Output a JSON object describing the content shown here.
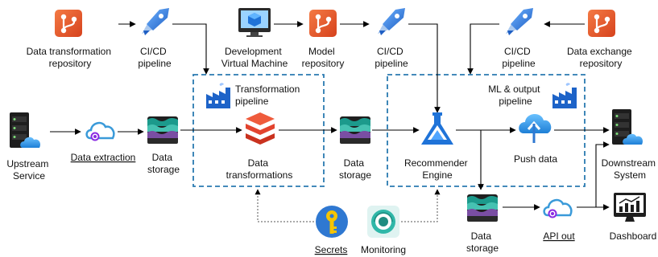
{
  "colors": {
    "repo": "#e8542a",
    "azure_blue": "#2f78d1",
    "group_border": "#2a7ab0",
    "storage_teal": "#1c9a8c",
    "storage_purple": "#7a4ea3",
    "databricks_red": "#e2442f",
    "key_yellow": "#f5c400",
    "monitor_teal": "#2fb7a8"
  },
  "icons": {
    "repo": "git-repo-icon",
    "pipeline": "azure-pipelines-icon",
    "vm": "virtual-machine-icon",
    "server": "server-icon",
    "cloud": "cloud-icon",
    "storage": "data-lake-icon",
    "factory": "data-factory-icon",
    "databricks": "databricks-icon",
    "ml": "machine-learning-icon",
    "push": "cloud-upload-icon",
    "key": "key-vault-icon",
    "monitor": "monitor-icon",
    "dashboard": "dashboard-icon"
  },
  "groups": {
    "transformation": [
      "Transformation",
      "pipeline"
    ],
    "ml_output": [
      "ML & output",
      "pipeline"
    ]
  },
  "nodes": {
    "data_transformation_repository": [
      "Data transformation",
      "repository"
    ],
    "cicd_pipeline_1": [
      "CI/CD",
      "pipeline"
    ],
    "development_vm": [
      "Development",
      "Virtual Machine"
    ],
    "model_repository": [
      "Model",
      "repository"
    ],
    "cicd_pipeline_2": [
      "CI/CD",
      "pipeline"
    ],
    "cicd_pipeline_3": [
      "CI/CD",
      "pipeline"
    ],
    "data_exchange_repository": [
      "Data exchange",
      "repository"
    ],
    "upstream_service": [
      "Upstream",
      "Service"
    ],
    "data_extraction": [
      "Data extraction"
    ],
    "data_storage_1": [
      "Data",
      "storage"
    ],
    "data_transformations": [
      "Data",
      "transformations"
    ],
    "data_storage_2": [
      "Data",
      "storage"
    ],
    "recommender_engine": [
      "Recommender",
      "Engine"
    ],
    "push_data": [
      "Push data"
    ],
    "downstream_system": [
      "Downstream",
      "System"
    ],
    "secrets": [
      "Secrets"
    ],
    "monitoring": [
      "Monitoring"
    ],
    "data_storage_3": [
      "Data",
      "storage"
    ],
    "api_out": [
      "API out"
    ],
    "dashboard": [
      "Dashboard"
    ]
  }
}
